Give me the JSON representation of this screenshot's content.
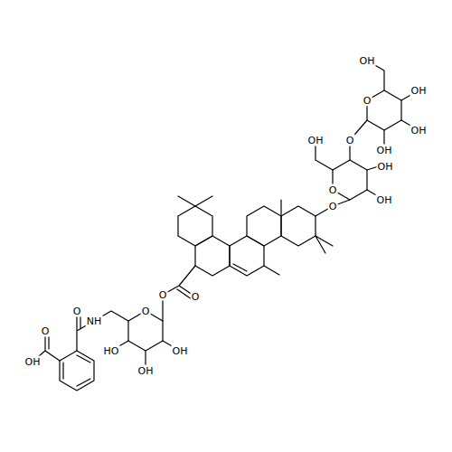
{
  "diagram": {
    "labels": [
      "OH",
      "O",
      "OH",
      "OH",
      "O",
      "OH",
      "OH",
      "OH",
      "O",
      "OH",
      "O",
      "O",
      "O",
      "O",
      "O",
      "NH",
      "O",
      "OH",
      "OH",
      "HO",
      "OH"
    ]
  }
}
